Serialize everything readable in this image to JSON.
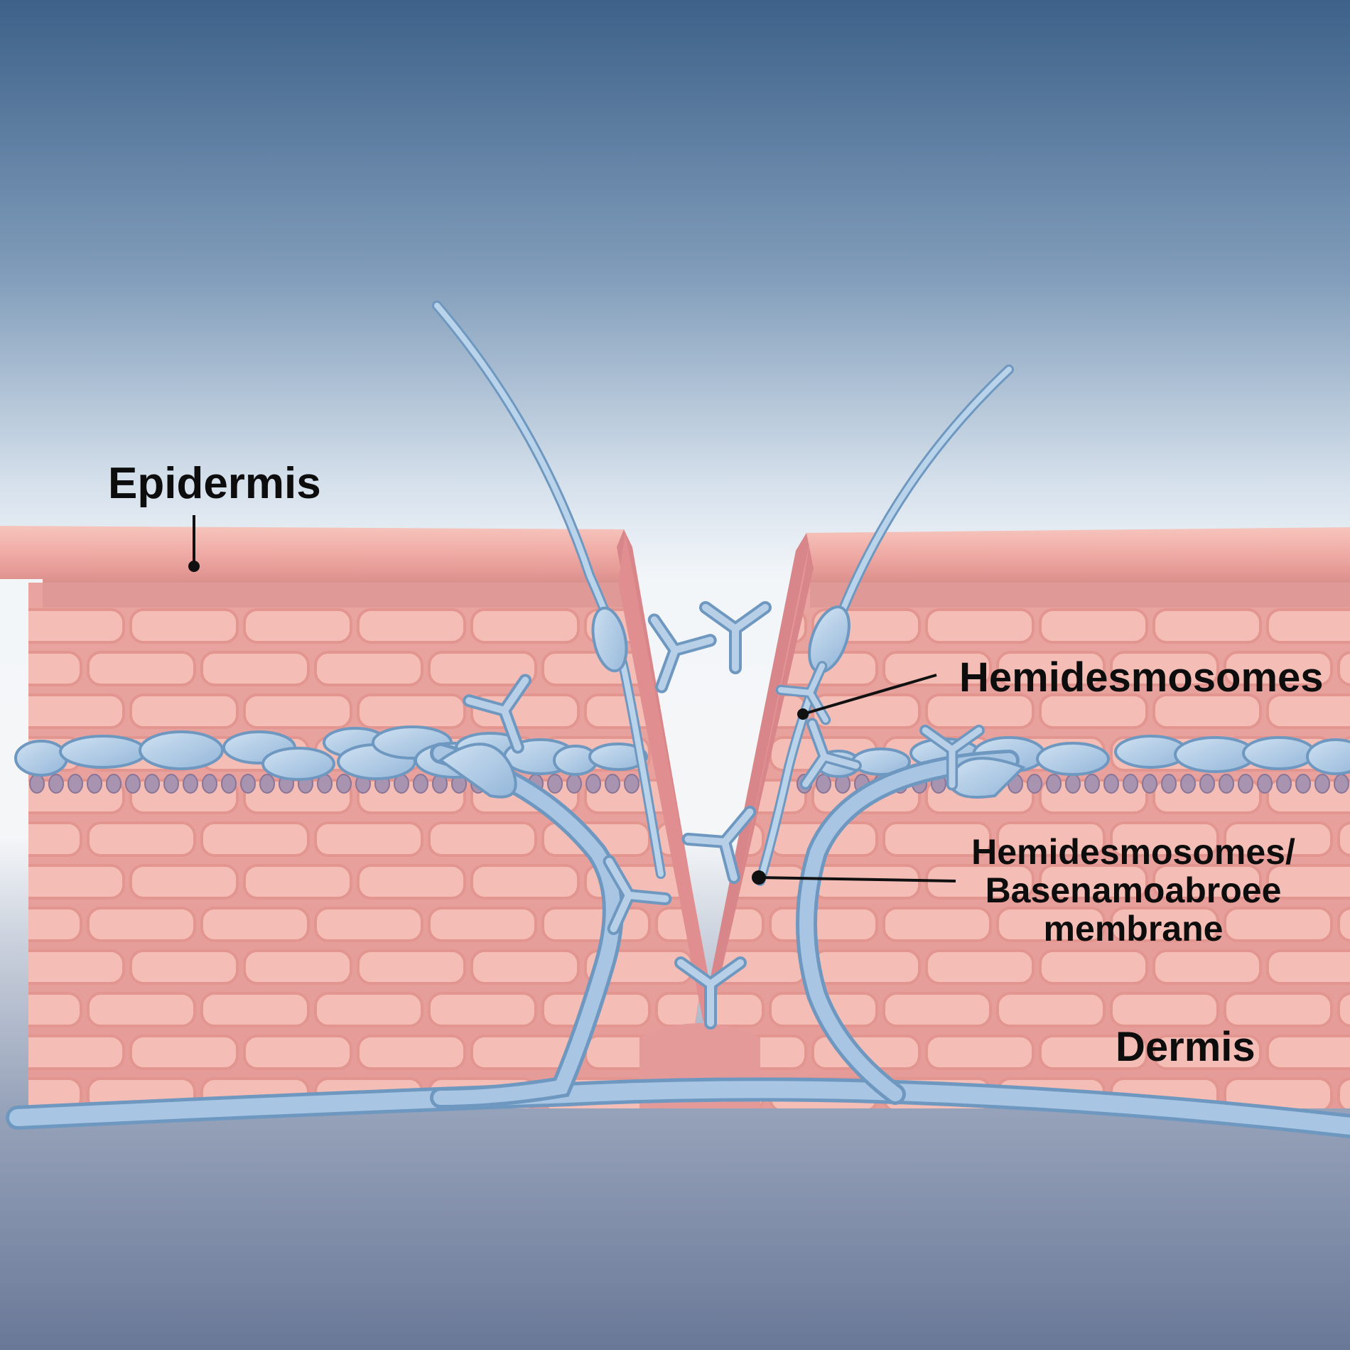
{
  "labels": {
    "epidermis": "Epidermis",
    "hemidesmosomes": "Hemidesmosomes",
    "hemidesmosomes_bm_line1": "Hemidesmosomes/",
    "hemidesmosomes_bm_line2": "Basenamoabroee",
    "hemidesmosomes_bm_line3": "membrane",
    "dermis": "Dermis"
  },
  "colors": {
    "sky_top": "#3d6189",
    "sky_mid": "#eef3f8",
    "sky_bottom": "#6a7898",
    "tissue": "#f1b3ab",
    "tissue_dark": "#d88a88",
    "cell_outline": "#e79b95",
    "fiber": "#a8c6e3",
    "fiber_edge": "#6f98c0",
    "dots": "#a893b0",
    "leader": "#111111"
  }
}
